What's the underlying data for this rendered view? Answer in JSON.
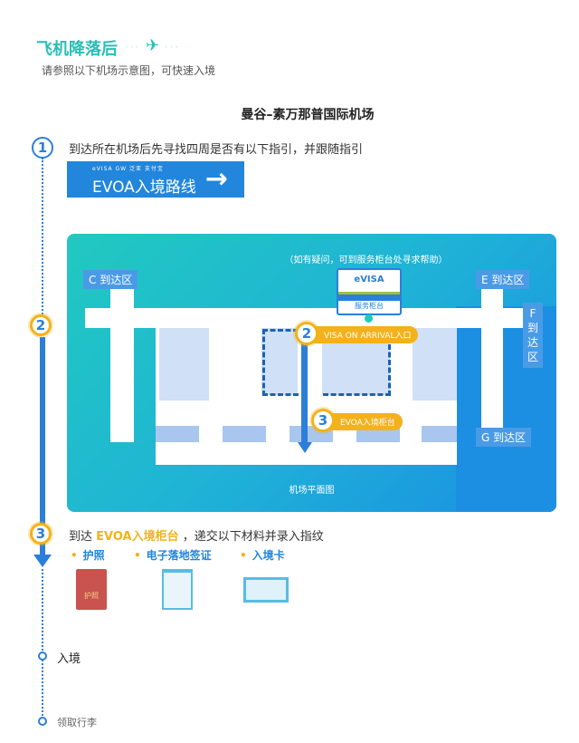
{
  "header": {
    "title": "飞机降落后",
    "subtitle": "请参照以下机场示意图，可快速入境",
    "plane_icon": "airplane-icon"
  },
  "airport_name": "曼谷–素万那普国际机场",
  "step1": {
    "number": "1",
    "text": "到达所在机场后先寻找四周是否有以下指引，并跟随指引",
    "sign": {
      "logos": "eVISA  GW  泛亚  支付宝",
      "label": "EVOA入境路线",
      "arrow": "→"
    }
  },
  "map": {
    "help_note": "（如有疑问，可到服务柜台处寻求帮助）",
    "service_counter": "服务柜台",
    "evisa_logo": "eVISA",
    "zones": {
      "c": "C 到达区",
      "e": "E 到达区",
      "f": "F到达区",
      "g": "G 到达区"
    },
    "step2": {
      "number": "2",
      "label": "VISA ON ARRIVAL入口"
    },
    "step3": {
      "number": "3",
      "label": "EVOA入境柜台"
    },
    "caption": "机场平面图"
  },
  "step2_number": "2",
  "step3": {
    "number": "3",
    "prefix": "到达 ",
    "highlight": "EVOA入境柜台",
    "suffix": " ，递交以下材料并录入指纹",
    "items": [
      {
        "label": "护照",
        "cover_text": "护照"
      },
      {
        "label": "电子落地签证"
      },
      {
        "label": "入境卡"
      }
    ]
  },
  "final_steps": [
    "入境",
    "领取行李"
  ],
  "colors": {
    "teal": "#26bfb5",
    "blue": "#2186dc",
    "yellow": "#f3b21b"
  }
}
